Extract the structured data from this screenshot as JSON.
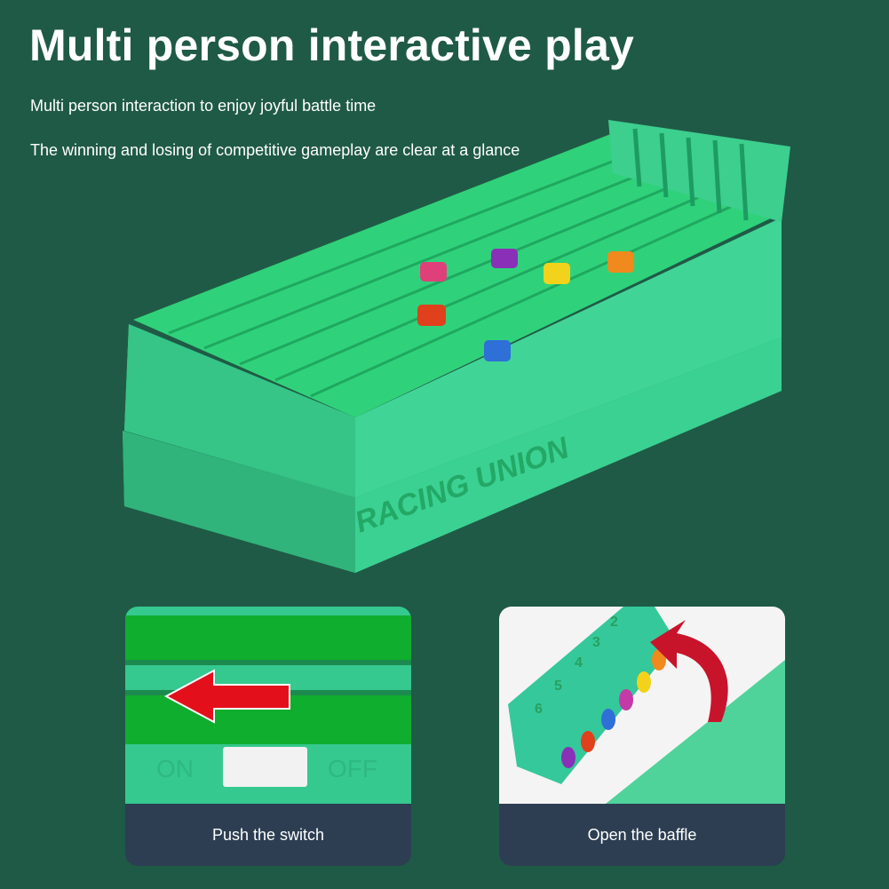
{
  "header": {
    "title": "Multi person interactive play",
    "subtitle_1": "Multi person interaction to enjoy joyful battle time",
    "subtitle_2": "The winning and losing of competitive gameplay are clear at a glance"
  },
  "product": {
    "brand_text": "RACING UNION",
    "piece_colors": [
      "#e0407a",
      "#8a2fb8",
      "#f2d21a",
      "#f08a1c",
      "#e0401c",
      "#2f6fd8"
    ]
  },
  "panels": [
    {
      "caption": "Push the switch",
      "switch_on_label": "ON",
      "switch_off_label": "OFF"
    },
    {
      "caption": "Open the baffle",
      "lane_numbers": [
        "2",
        "3",
        "4",
        "5",
        "6"
      ]
    }
  ],
  "colors": {
    "background": "#1f5a46",
    "caption_band": "#2d3e52",
    "toy_green": "#3fd08a",
    "arrow_red": "#e3101c"
  }
}
